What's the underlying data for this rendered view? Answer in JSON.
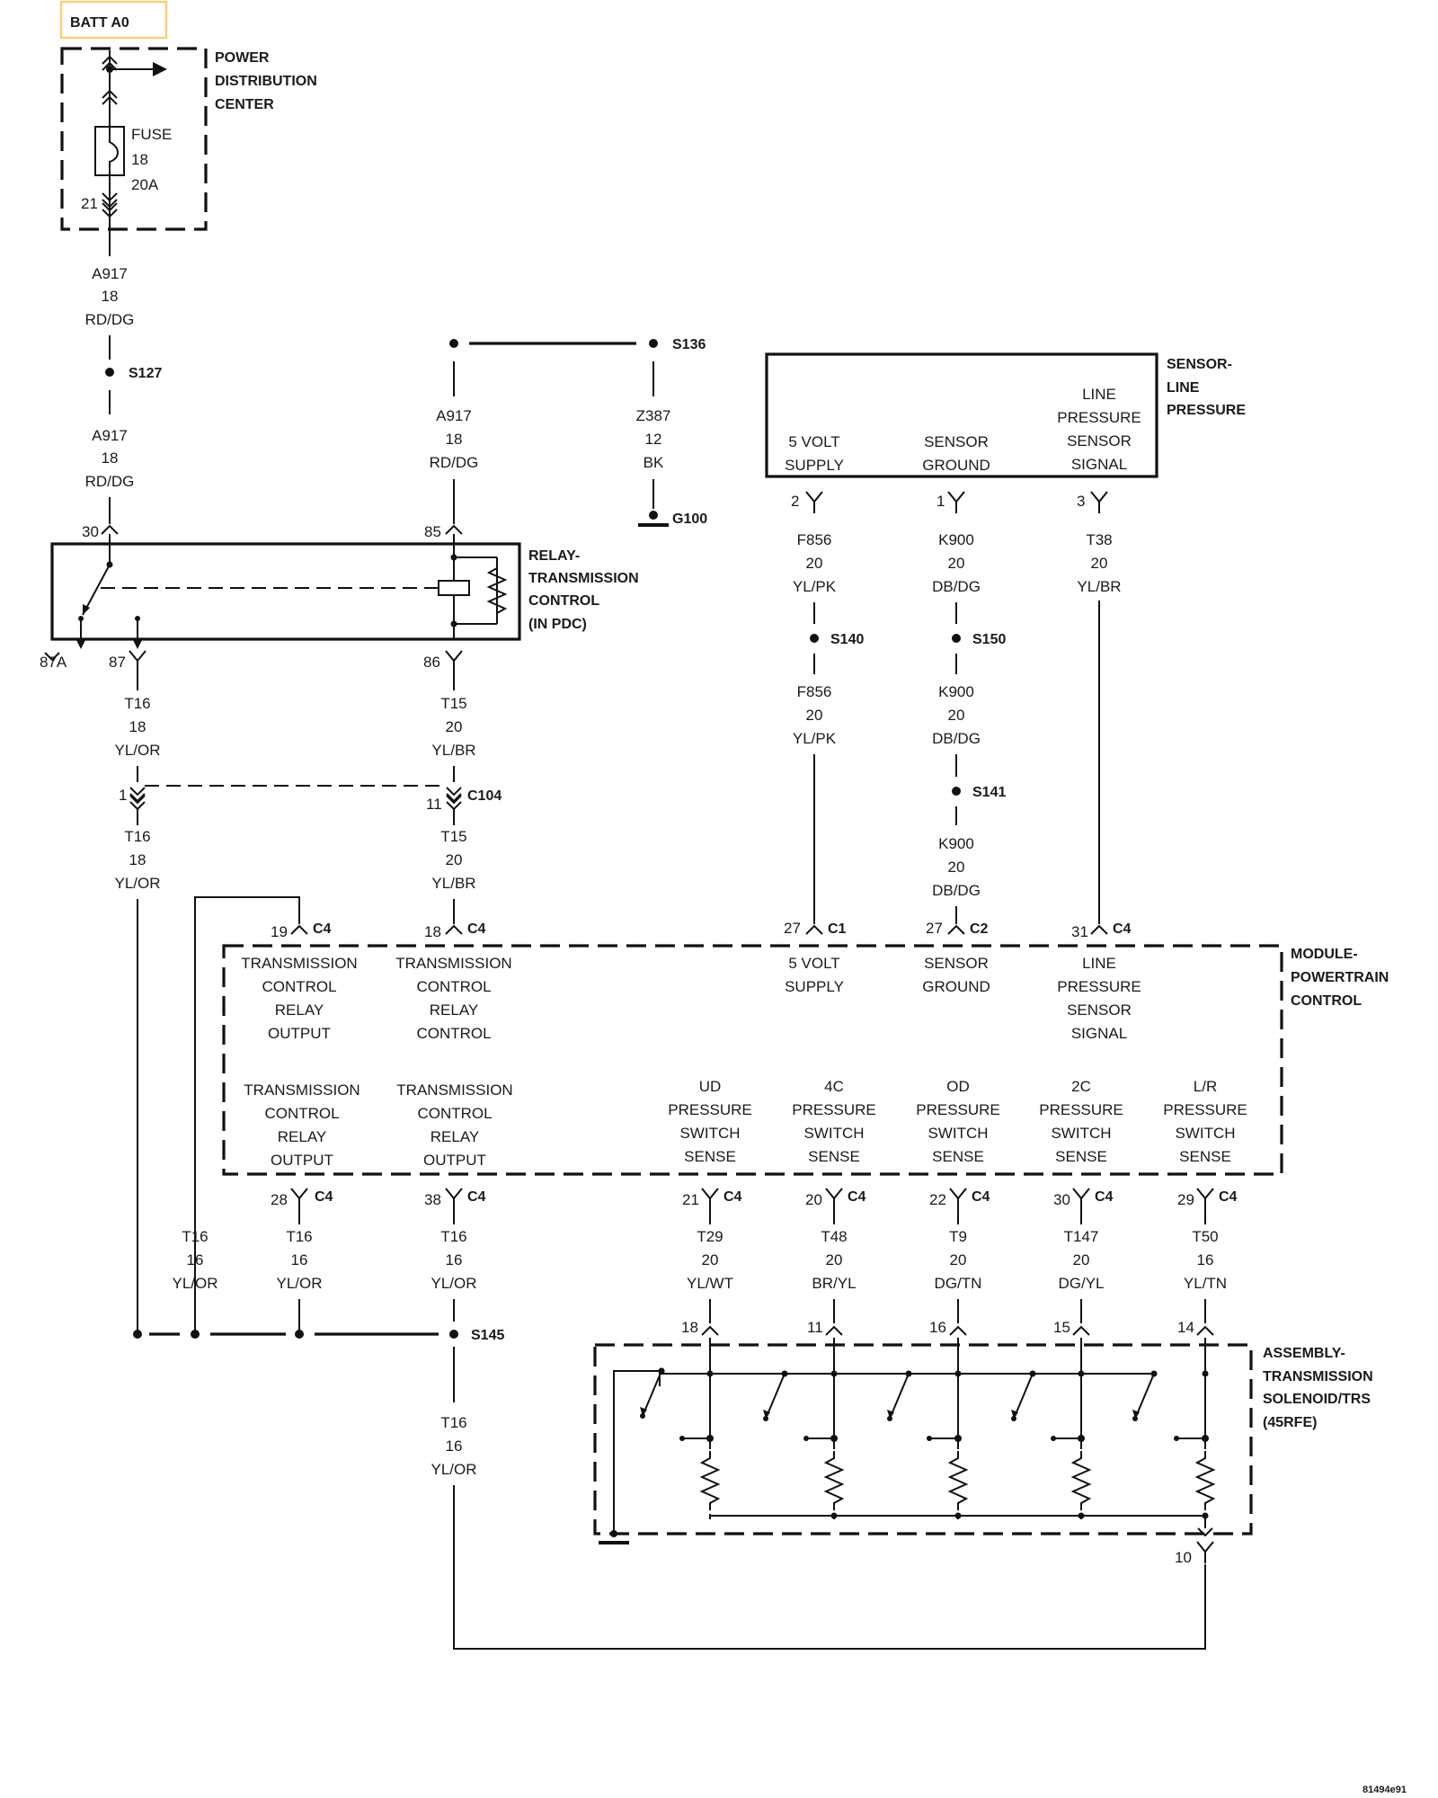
{
  "diagram_id": "81494e91",
  "highlight_color": "#f4d27a",
  "labels": {
    "batt": "BATT A0",
    "pdc": [
      "POWER",
      "DISTRIBUTION",
      "CENTER"
    ],
    "fuse": [
      "FUSE",
      "18",
      "20A"
    ],
    "fuse_pin": "21",
    "relay": [
      "RELAY-",
      "TRANSMISSION",
      "CONTROL",
      "(IN PDC)"
    ],
    "sensor": [
      "SENSOR-",
      "LINE",
      "PRESSURE"
    ],
    "pcm": [
      "MODULE-",
      "POWERTRAIN",
      "CONTROL"
    ],
    "solenoid": [
      "ASSEMBLY-",
      "TRANSMISSION",
      "SOLENOID/TRS",
      "(45RFE)"
    ]
  },
  "sensor_terminals": [
    [
      "5 VOLT",
      "SUPPLY"
    ],
    [
      "SENSOR",
      "GROUND"
    ],
    [
      "LINE",
      "PRESSURE",
      "SENSOR",
      "SIGNAL"
    ]
  ],
  "pcm_top_terminals": [
    [
      "TRANSMISSION",
      "CONTROL",
      "RELAY",
      "OUTPUT"
    ],
    [
      "TRANSMISSION",
      "CONTROL",
      "RELAY",
      "CONTROL"
    ],
    [
      "5 VOLT",
      "SUPPLY"
    ],
    [
      "SENSOR",
      "GROUND"
    ],
    [
      "LINE",
      "PRESSURE",
      "SENSOR",
      "SIGNAL"
    ]
  ],
  "pcm_bottom_terminals": [
    [
      "TRANSMISSION",
      "CONTROL",
      "RELAY",
      "OUTPUT"
    ],
    [
      "TRANSMISSION",
      "CONTROL",
      "RELAY",
      "OUTPUT"
    ],
    [
      "UD",
      "PRESSURE",
      "SWITCH",
      "SENSE"
    ],
    [
      "4C",
      "PRESSURE",
      "SWITCH",
      "SENSE"
    ],
    [
      "OD",
      "PRESSURE",
      "SWITCH",
      "SENSE"
    ],
    [
      "2C",
      "PRESSURE",
      "SWITCH",
      "SENSE"
    ],
    [
      "L/R",
      "PRESSURE",
      "SWITCH",
      "SENSE"
    ]
  ],
  "wires": {
    "a917_1": [
      "A917",
      "18",
      "RD/DG"
    ],
    "a917_2": [
      "A917",
      "18",
      "RD/DG"
    ],
    "a917_3": [
      "A917",
      "18",
      "RD/DG"
    ],
    "z387": [
      "Z387",
      "12",
      "BK"
    ],
    "t16_1": [
      "T16",
      "18",
      "YL/OR"
    ],
    "t15_1": [
      "T15",
      "20",
      "YL/BR"
    ],
    "t16_2": [
      "T16",
      "18",
      "YL/OR"
    ],
    "t15_2": [
      "T15",
      "20",
      "YL/BR"
    ],
    "f856_1": [
      "F856",
      "20",
      "YL/PK"
    ],
    "k900_1": [
      "K900",
      "20",
      "DB/DG"
    ],
    "t38": [
      "T38",
      "20",
      "YL/BR"
    ],
    "f856_2": [
      "F856",
      "20",
      "YL/PK"
    ],
    "k900_2": [
      "K900",
      "20",
      "DB/DG"
    ],
    "k900_3": [
      "K900",
      "20",
      "DB/DG"
    ],
    "t16_a": [
      "T16",
      "16",
      "YL/OR"
    ],
    "t16_b": [
      "T16",
      "16",
      "YL/OR"
    ],
    "t16_c": [
      "T16",
      "16",
      "YL/OR"
    ],
    "t29": [
      "T29",
      "20",
      "YL/WT"
    ],
    "t48": [
      "T48",
      "20",
      "BR/YL"
    ],
    "t9": [
      "T9",
      "20",
      "DG/TN"
    ],
    "t147": [
      "T147",
      "20",
      "DG/YL"
    ],
    "t50": [
      "T50",
      "16",
      "YL/TN"
    ],
    "t16_d": [
      "T16",
      "16",
      "YL/OR"
    ]
  },
  "splices": [
    "S127",
    "S136",
    "S140",
    "S150",
    "S141",
    "S145"
  ],
  "ground": "G100",
  "connectors": {
    "c104": "C104",
    "c1": "C1",
    "c2": "C2",
    "c4": "C4"
  },
  "pins": {
    "relay_30": "30",
    "relay_85": "85",
    "relay_87a": "87A",
    "relay_87": "87",
    "relay_86": "86",
    "sensor_2": "2",
    "sensor_1": "1",
    "sensor_3": "3",
    "c104_1": "1",
    "c104_11": "11",
    "pcm_19": "19",
    "pcm_18": "18",
    "pcm_27a": "27",
    "pcm_27b": "27",
    "pcm_31": "31",
    "pcm_28": "28",
    "pcm_38": "38",
    "pcm_21": "21",
    "pcm_20": "20",
    "pcm_22": "22",
    "pcm_30": "30",
    "pcm_29": "29",
    "sol_18": "18",
    "sol_11": "11",
    "sol_16": "16",
    "sol_15": "15",
    "sol_14": "14",
    "sol_10": "10"
  }
}
